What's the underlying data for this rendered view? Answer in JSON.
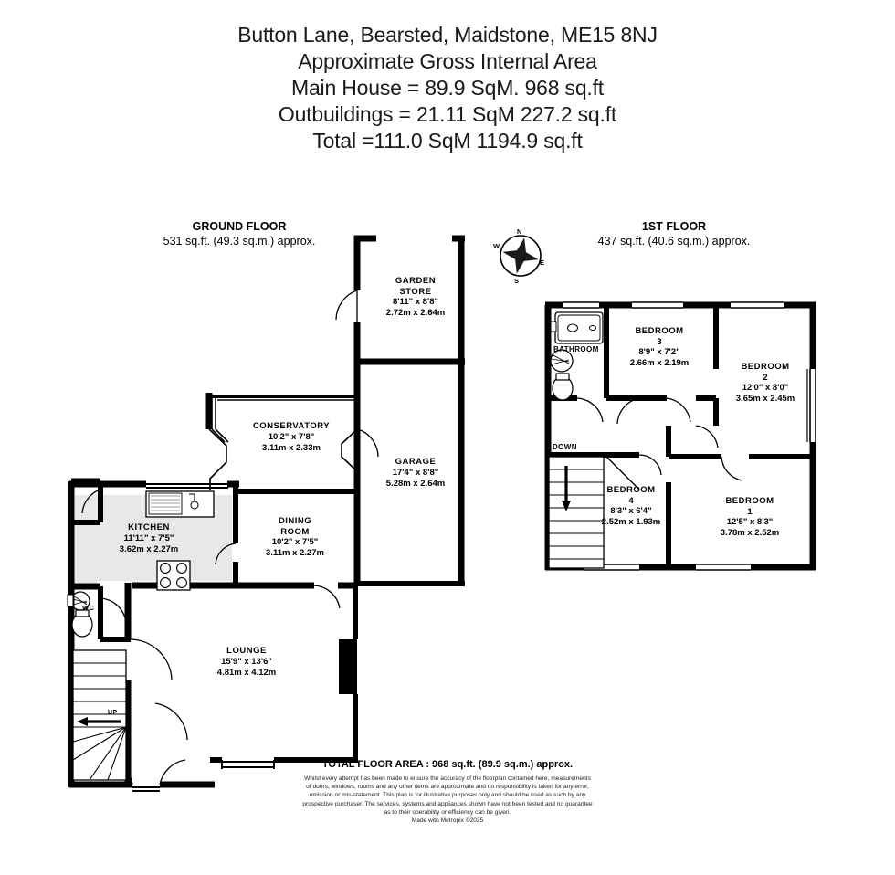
{
  "header": {
    "lines": [
      "Button Lane, Bearsted, Maidstone, ME15 8NJ",
      "Approximate Gross Internal Area",
      "Main House = 89.9 SqM. 968 sq.ft",
      "Outbuildings = 21.11 SqM 227.2 sq.ft",
      "Total =111.0 SqM 1194.9 sq.ft"
    ]
  },
  "floors": [
    {
      "title": "GROUND FLOOR",
      "area": "531 sq.ft. (49.3 sq.m.) approx."
    },
    {
      "title": "1ST FLOOR",
      "area": "437 sq.ft. (40.6 sq.m.) approx."
    }
  ],
  "rooms": [
    {
      "name": "GARDEN",
      "name2": "STORE",
      "number": "",
      "imperial": "8'11\"  x 8'8\"",
      "metric": "2.72m  x 2.64m"
    },
    {
      "name": "CONSERVATORY",
      "name2": "",
      "number": "",
      "imperial": "10'2\"  x 7'8\"",
      "metric": "3.11m  x 2.33m"
    },
    {
      "name": "GARAGE",
      "name2": "",
      "number": "",
      "imperial": "17'4\"  x 8'8\"",
      "metric": "5.28m  x 2.64m"
    },
    {
      "name": "KITCHEN",
      "name2": "",
      "number": "",
      "imperial": "11'11\"  x 7'5\"",
      "metric": "3.62m  x 2.27m"
    },
    {
      "name": "DINING",
      "name2": "ROOM",
      "number": "",
      "imperial": "10'2\"  x 7'5\"",
      "metric": "3.11m  x 2.27m"
    },
    {
      "name": "LOUNGE",
      "name2": "",
      "number": "",
      "imperial": "15'9\"  x 13'6\"",
      "metric": "4.81m  x 4.12m"
    },
    {
      "name": "BEDROOM",
      "name2": "",
      "number": "3",
      "imperial": "8'9\"  x 7'2\"",
      "metric": "2.66m  x 2.19m"
    },
    {
      "name": "BEDROOM",
      "name2": "",
      "number": "2",
      "imperial": "12'0\"  x 8'0\"",
      "metric": "3.65m  x 2.45m"
    },
    {
      "name": "BEDROOM",
      "name2": "",
      "number": "4",
      "imperial": "8'3\"  x 6'4\"",
      "metric": "2.52m  x 1.93m"
    },
    {
      "name": "BEDROOM",
      "name2": "",
      "number": "1",
      "imperial": "12'5\"  x 8'3\"",
      "metric": "3.78m  x 2.52m"
    }
  ],
  "annotations": {
    "bathroom": "BATHROOM",
    "wc": "WC",
    "stairs_down": "DOWN",
    "stairs_up": "UP"
  },
  "compass": {
    "north": "N",
    "south": "S",
    "east": "E",
    "west": "W"
  },
  "footer": {
    "total": "TOTAL FLOOR AREA : 968 sq.ft. (89.9 sq.m.) approx.",
    "disclaimer_lines": [
      "Whilst every attempt has been made to ensure the accuracy of the floorplan contained here, measurements",
      "of doors, windows, rooms and any other items are approximate and no responsibility is taken for any error,",
      "omission or mis-statement. This plan is for illustrative purposes only and should be used as such by any",
      "prospective purchaser. The services, systems and appliances shown have not been tested and no guarantee",
      "as to their operability or efficiency can be given."
    ],
    "made_with": "Made with Metropix ©2025"
  },
  "colors": {
    "wall": "#000000",
    "fill": "#ffffff",
    "tile": "#e8e8e8",
    "text": "#000000"
  }
}
